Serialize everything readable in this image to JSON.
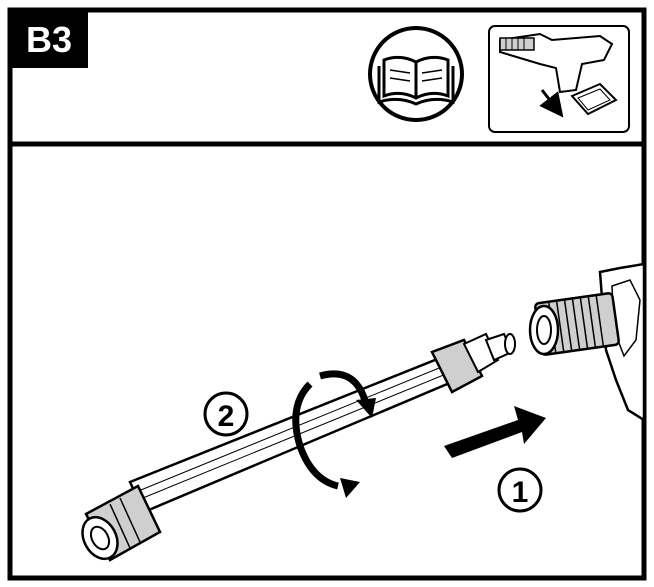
{
  "panel": {
    "label": "B3",
    "icons": {
      "manual": "open-book-icon",
      "battery_removal": "battery-removal-icon"
    }
  },
  "steps": [
    {
      "number": "1",
      "action": "push-arrow"
    },
    {
      "number": "2",
      "action": "rotate-arrow"
    }
  ],
  "colors": {
    "ink": "#000000",
    "paper": "#ffffff",
    "shade": "#cfcfcf"
  }
}
